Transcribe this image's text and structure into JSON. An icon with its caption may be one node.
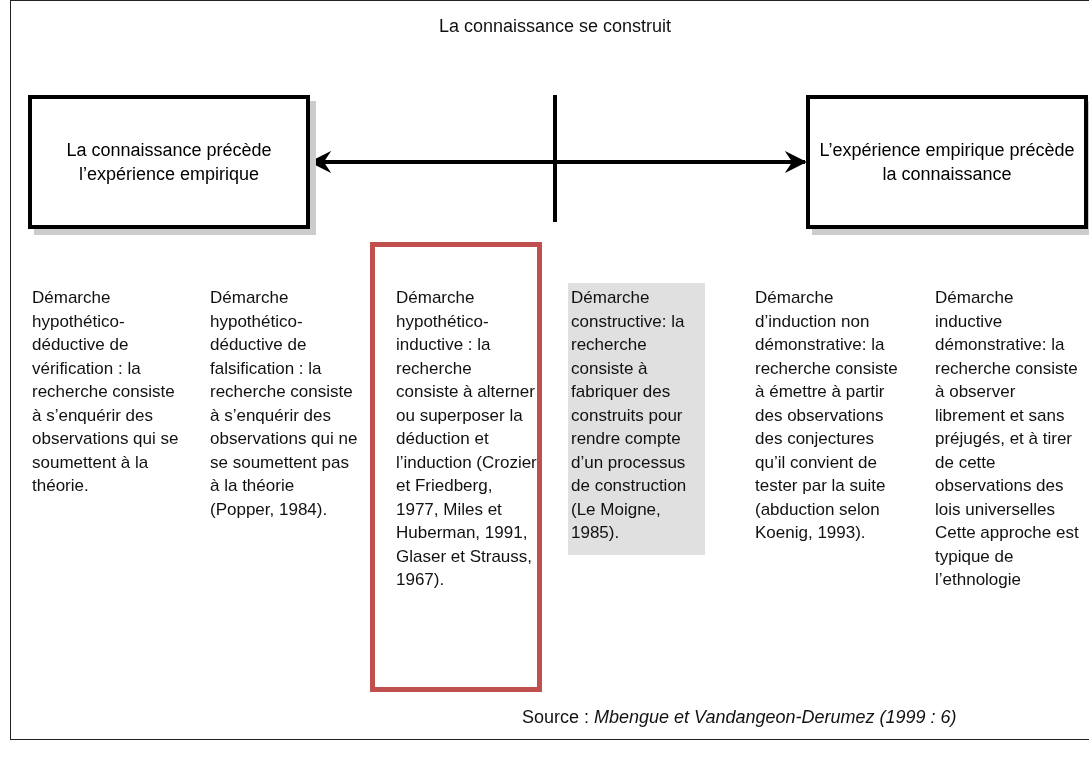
{
  "diagram": {
    "title": "La connaissance se construit",
    "caption": "Source : *Mbengue et Vandangeon-Derumez (1999 : 6)*",
    "nodes": [
      {
        "text": [
          "La connaissance précède l’expérience empirique"
        ]
      },
      {
        "text": [
          "L’expérience empirique précède la connaissance"
        ]
      },
      {
        "text": [
          "Démarche hypothético-inductive : la recherche consiste à alterner ou superposer la déduction et l’induction (Crozier et Friedberg, 1977, Miles et Huberman, 1991, Glaser et Strauss, 1967)."
        ]
      },
      {
        "text": [
          "Démarche constructive: la recherche consiste à fabriquer des construits pour rendre compte d’un processus de construction (Le Moigne, 1985)."
        ]
      }
    ],
    "edges": [
      {
        "from": 0,
        "to": 1,
        "arrow": "both"
      }
    ],
    "labels": [
      "Démarche hypothético-déductive de vérification : la recherche consiste à s’enquérir des observations qui se soumettent à la théorie.",
      "Démarche hypothético-déductive de falsification : la recherche consiste à s’enquérir des observations qui ne se soumettent pas à la théorie (Popper, 1984).",
      "Démarche d’induction non démonstrative: la recherche consiste à émettre à partir des observations des conjectures qu’il convient de tester par la suite (abduction selon Koenig, 1993).",
      "Démarche inductive démonstrative: la recherche consiste à observer librement et sans préjugés, et à tirer de cette observations des lois universelles Cette approche est typique de l’ethnologie"
    ]
  }
}
